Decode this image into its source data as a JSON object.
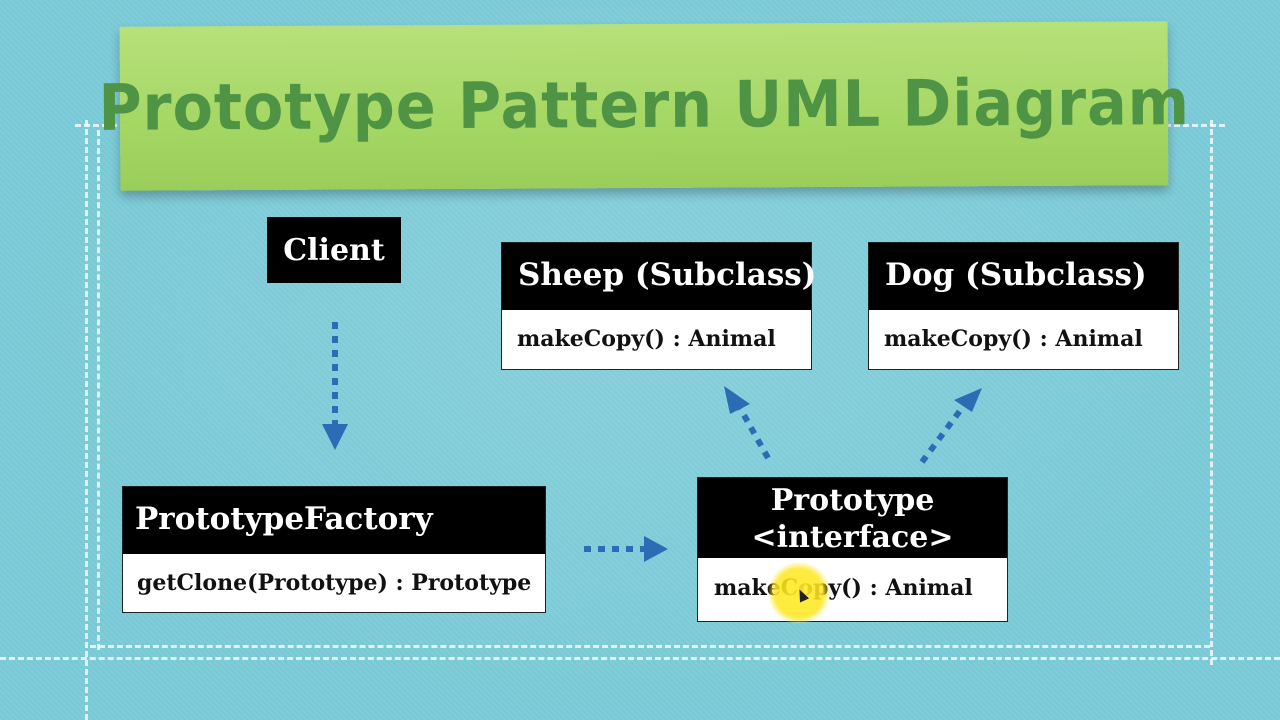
{
  "title": "Prototype Pattern UML Diagram",
  "client": {
    "label": "Client"
  },
  "sheep": {
    "title": "Sheep (Subclass)",
    "method": "makeCopy() : Animal"
  },
  "dog": {
    "title": "Dog (Subclass)",
    "method": "makeCopy() : Animal"
  },
  "factory": {
    "title": "PrototypeFactory",
    "method": "getClone(Prototype) : Prototype"
  },
  "prototype": {
    "title_line1": "Prototype",
    "title_line2": "<interface>",
    "method": "makeCopy() : Animal"
  },
  "colors": {
    "background": "#7cccd9",
    "banner": "#a6d866",
    "title_text": "#4f9444",
    "arrow": "#2a6db5",
    "highlight": "#ffe628"
  }
}
